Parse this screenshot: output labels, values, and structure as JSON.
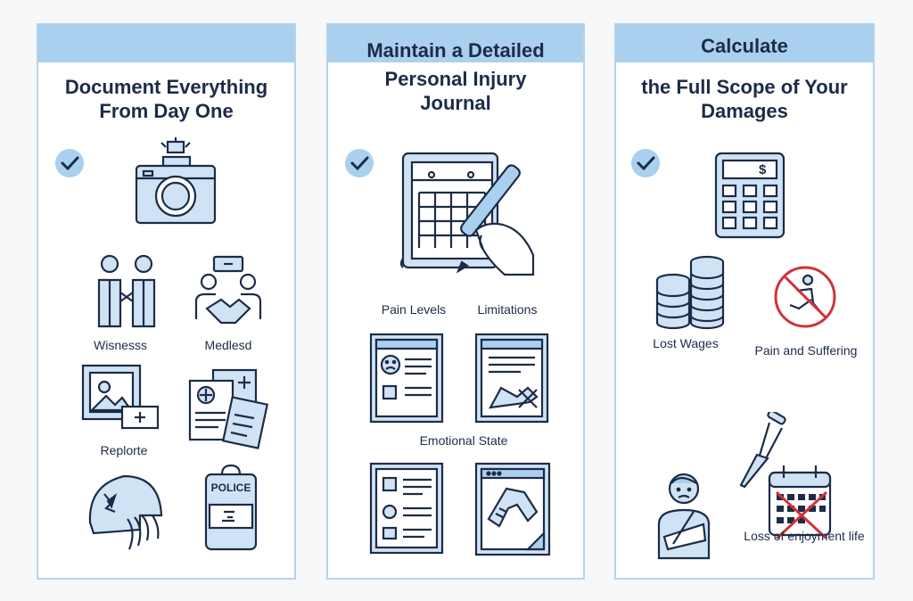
{
  "panel1": {
    "title_line1": "Document Everything",
    "title_line2": "From Day One",
    "labels": {
      "witnesses": "Wisnesss",
      "medical": "Medlesd",
      "reports": "Replorte"
    },
    "badge": "POLICE"
  },
  "panel2": {
    "title_line1": "Maintain a Detailed",
    "title_line2": "Personal Injury",
    "title_line3": "Journal",
    "labels": {
      "pain": "Pain Levels",
      "limitations": "Limitations",
      "emotional": "Emotional State"
    }
  },
  "panel3": {
    "title_line1": "Calculate",
    "title_line2": "the Full Scope of Your",
    "title_line3": "Damages",
    "labels": {
      "wages": "Lost Wages",
      "pain": "Pain and Suffering",
      "enjoyment": "Loss of enjoyment life"
    },
    "calculator_symbol": "$"
  },
  "colors": {
    "accent": "#a9d0ee",
    "stroke": "#1d2b48",
    "fill": "#cfe3f5",
    "red": "#d0333a"
  }
}
